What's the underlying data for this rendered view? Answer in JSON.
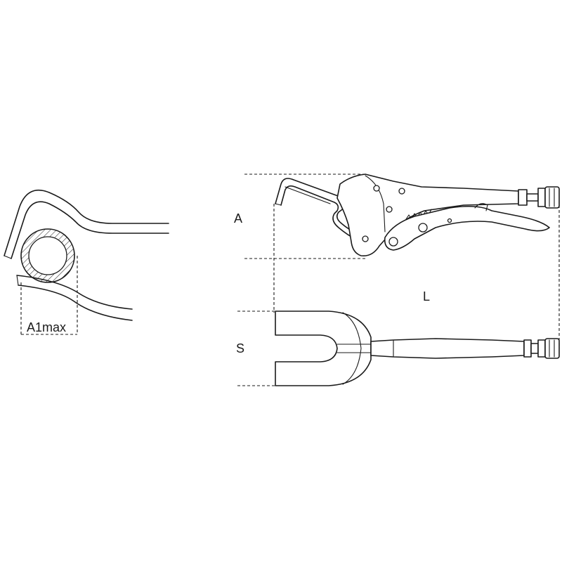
{
  "labels": {
    "a1max": "A1max",
    "a": "A",
    "l": "L",
    "s": "S"
  },
  "colors": {
    "line": "#1a1a1a",
    "background": "#ffffff"
  }
}
